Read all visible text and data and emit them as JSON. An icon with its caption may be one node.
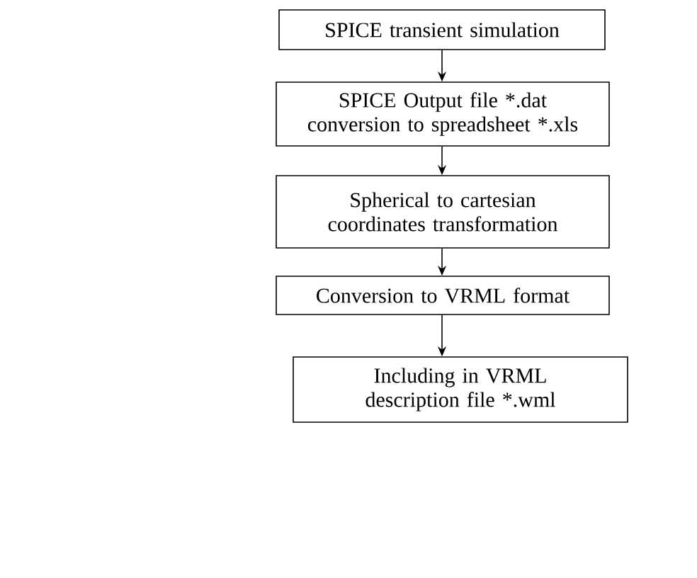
{
  "diagram": {
    "nodes": [
      {
        "text": [
          "SPICE transient simulation"
        ]
      },
      {
        "text": [
          "SPICE Output file *.dat conversion to spreadsheet *.xls"
        ]
      },
      {
        "text": [
          "Spherical to cartesian coordinates transformation"
        ]
      },
      {
        "text": [
          "Conversion to VRML format"
        ]
      },
      {
        "text": [
          "Including in VRML description file *.wml"
        ]
      }
    ],
    "edges": [
      {
        "from": 0,
        "to": 1,
        "arrow": "to"
      },
      {
        "from": 1,
        "to": 2,
        "arrow": "to"
      },
      {
        "from": 2,
        "to": 3,
        "arrow": "to"
      },
      {
        "from": 3,
        "to": 4,
        "arrow": "to"
      }
    ]
  }
}
